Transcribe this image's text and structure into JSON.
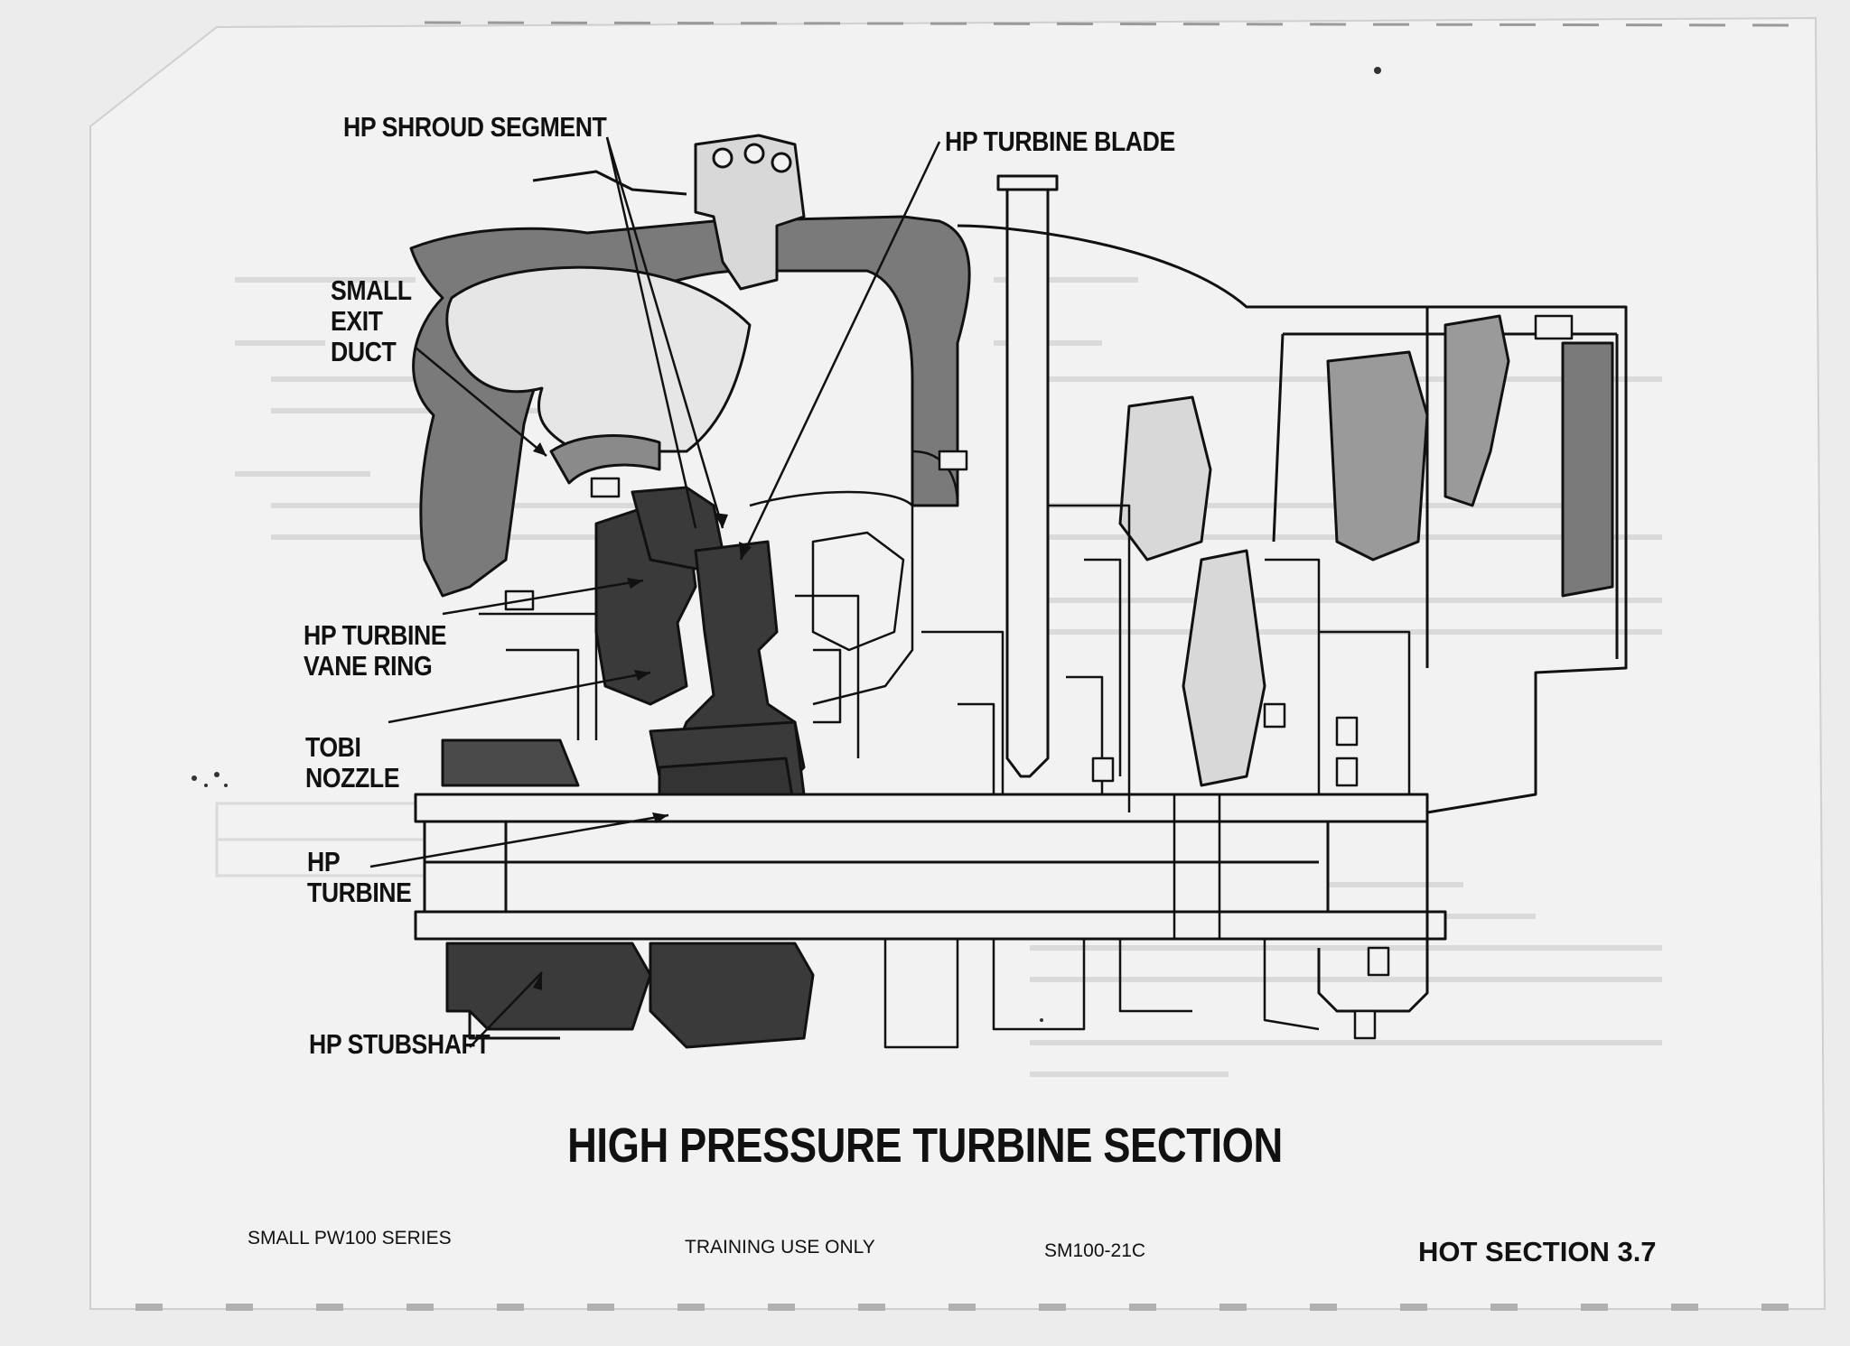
{
  "diagram": {
    "title": "HIGH PRESSURE TURBINE SECTION",
    "callouts": {
      "hp_shroud_segment": "HP SHROUD SEGMENT",
      "hp_turbine_blade": "HP TURBINE BLADE",
      "small_exit_duct": [
        "SMALL",
        "EXIT",
        "DUCT"
      ],
      "hp_turbine_vane_ring": [
        "HP TURBINE",
        "VANE RING"
      ],
      "tobi_nozzle": [
        "TOBI",
        "NOZZLE"
      ],
      "hp_turbine": [
        "HP",
        "TURBINE"
      ],
      "hp_stubshaft": "HP STUBSHAFT"
    }
  },
  "footer": {
    "series": "SMALL PW100 SERIES",
    "notice": "TRAINING USE ONLY",
    "doc_code": "SM100-21C",
    "section": "HOT SECTION 3.7"
  },
  "colors": {
    "paper": "#f2f2f2",
    "background": "#ececec",
    "ink": "#111111",
    "dark_part": "#3a3a3a",
    "mid_part": "#6e6e6e"
  }
}
